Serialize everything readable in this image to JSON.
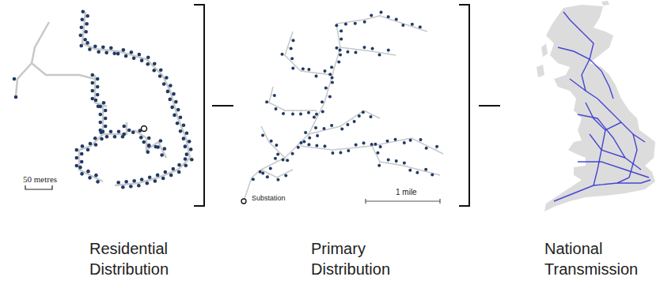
{
  "diagram": {
    "labels": [
      "50 metres",
      "Substation",
      "1 mile",
      "Residential Distribution",
      "Primary Distribution",
      "National Transmission"
    ]
  }
}
